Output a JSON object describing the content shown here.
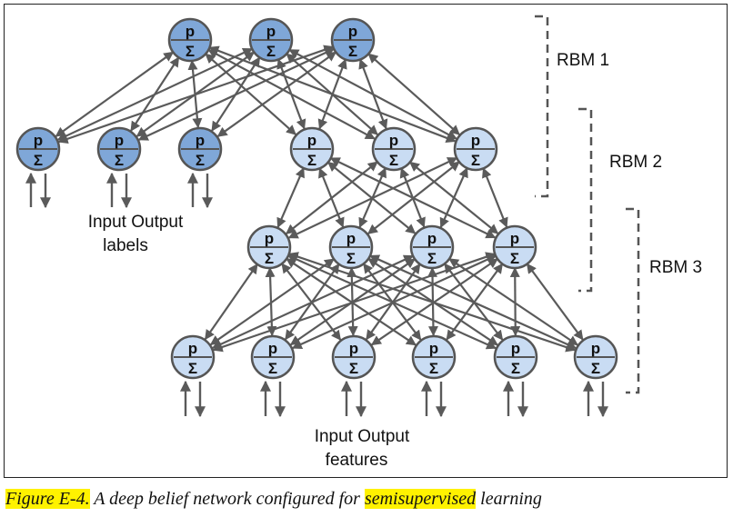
{
  "diagram": {
    "node_symbols": {
      "top": "p",
      "bottom": "Σ"
    },
    "layers": [
      {
        "id": "rbm3-top",
        "count": 3,
        "shade": "dark"
      },
      {
        "id": "labels-hidden",
        "count": 6,
        "shade": "mixed"
      },
      {
        "id": "hidden-1",
        "count": 4,
        "shade": "light"
      },
      {
        "id": "visible",
        "count": 6,
        "shade": "light"
      }
    ],
    "rbm_labels": [
      "RBM 3",
      "RBM 2",
      "RBM 1"
    ],
    "label_io": {
      "line1": "Input Output",
      "line2": "labels"
    },
    "feature_io": {
      "line1": "Input Output",
      "line2": "features"
    },
    "colors": {
      "dark_node": "#7fa7d8",
      "light_node": "#c9dcf3",
      "node_stroke": "#555555",
      "arrow": "#5a5a5a",
      "bracket": "#555555",
      "highlight": "#fff200"
    }
  },
  "caption": {
    "figure_ref": "Figure E-4.",
    "text_a": "A deep belief network configured for",
    "highlight_word": "semisupervised",
    "text_b": "learning"
  }
}
